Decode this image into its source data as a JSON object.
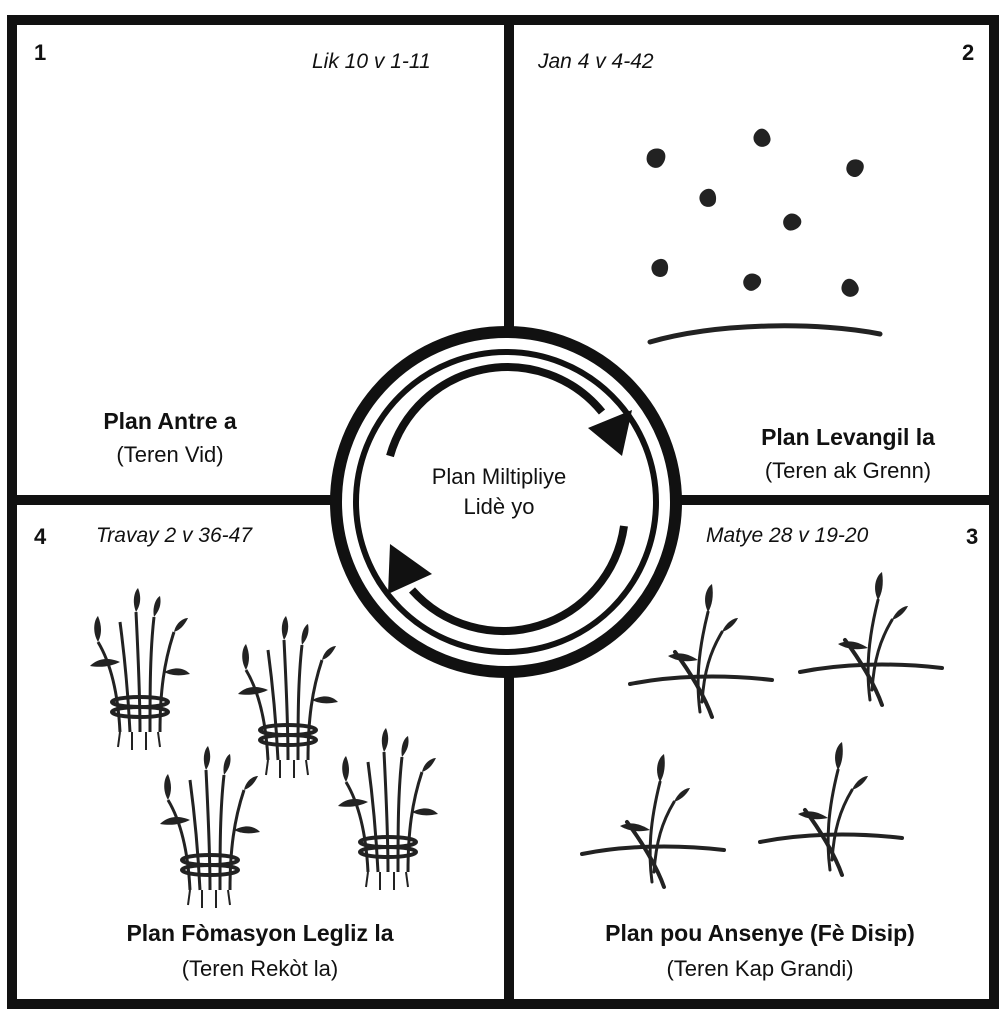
{
  "center": {
    "line1": "Plan Miltipliye",
    "line2": "Lidè yo"
  },
  "quadrants": [
    {
      "number": "1",
      "reference": "Lik 10 v 1-11",
      "title": "Plan Antre a",
      "subtitle": "(Teren Vid)"
    },
    {
      "number": "2",
      "reference": "Jan 4 v 4-42",
      "title": "Plan Levangil la",
      "subtitle": "(Teren ak Grenn)"
    },
    {
      "number": "3",
      "reference": "Matye 28 v 19-20",
      "title": "Plan pou Ansenye (Fè Disip)",
      "subtitle": "(Teren Kap Grandi)"
    },
    {
      "number": "4",
      "reference": "Travay 2 v 36-47",
      "title": "Plan Fòmasyon Legliz la",
      "subtitle": "(Teren Rekòt la)"
    }
  ],
  "icons": [
    "seeds-icon",
    "sprout-icon",
    "wheat-sheaf-icon",
    "cycle-arrows-icon"
  ],
  "colors": {
    "ink": "#111111",
    "background": "#ffffff"
  }
}
